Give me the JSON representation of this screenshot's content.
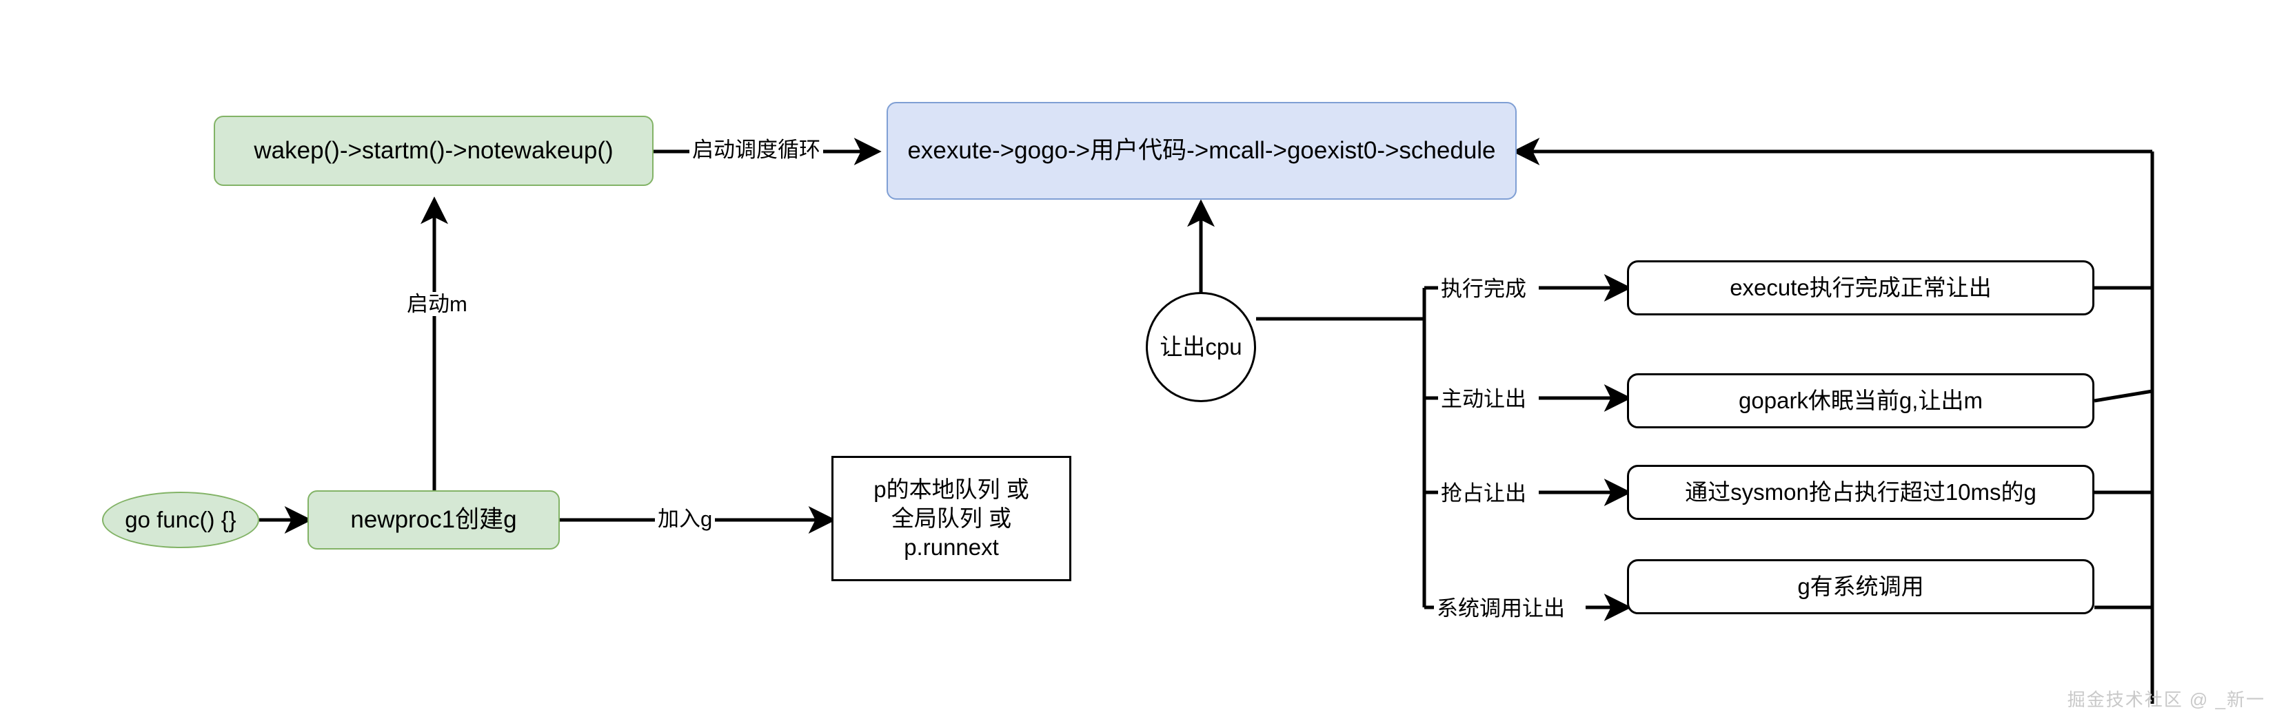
{
  "diagram": {
    "title": "Go goroutine scheduling flow",
    "colors": {
      "green_fill": "#d5e8d4",
      "green_stroke": "#82b366",
      "blue_fill": "#dae3f7",
      "blue_stroke": "#7f9fd4",
      "edge_stroke": "#000000",
      "canvas_bg": "#ffffff",
      "watermark": "#c9c9c9"
    },
    "nodes": {
      "go_func": "go func() {}",
      "newproc1": "newproc1创建g",
      "queues": "p的本地队列 或\n全局队列 或\np.runnext",
      "wakep": "wakep()->startm()->notewakeup()",
      "schedule_loop": "exexute->gogo->用户代码->mcall->goexist0->schedule",
      "yield_cpu": "让出cpu",
      "branch_done": "execute执行完成正常让出",
      "branch_gopark": "gopark休眠当前g,让出m",
      "branch_sysmon": "通过sysmon抢占执行超过10ms的g",
      "branch_syscall": "g有系统调用"
    },
    "edge_labels": {
      "add_g": "加入g",
      "start_m": "启动m",
      "start_schedule_loop": "启动调度循环",
      "exec_done": "执行完成",
      "active_yield": "主动让出",
      "preempt_yield": "抢占让出",
      "syscall_yield": "系统调用让出"
    },
    "watermark": "掘金技术社区 @ _新一"
  }
}
